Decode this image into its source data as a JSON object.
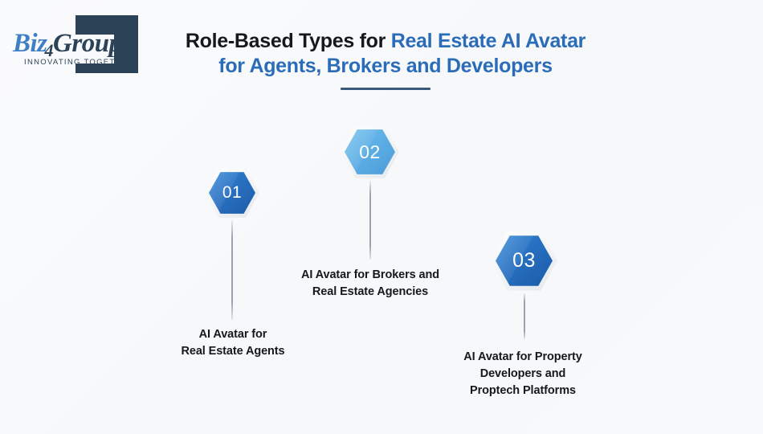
{
  "brand": {
    "logo_name_part1": "Biz",
    "logo_name_sub": "4",
    "logo_name_part2": "Group",
    "tagline": "INNOVATING TOGETHER",
    "logo_blue": "#3f7fc4",
    "logo_navy": "#2c4257"
  },
  "header": {
    "title_line1_dark": "Role-Based Types for ",
    "title_line1_blue": "Real Estate AI Avatar",
    "title_line2_blue": "for Agents, Brokers and Developers",
    "title_dark_color": "#16181c",
    "title_accent_color": "#2b6cb8",
    "divider_color": "#3a5a7d"
  },
  "nodes": [
    {
      "number": "01",
      "label_lines": [
        "AI Avatar for",
        "Real Estate Agents"
      ],
      "hex_color": "#2a72c4"
    },
    {
      "number": "02",
      "label_lines": [
        "AI Avatar for Brokers and",
        "Real Estate Agencies"
      ],
      "hex_color": "#5fb0e6"
    },
    {
      "number": "03",
      "label_lines": [
        "AI Avatar for Property",
        "Developers and",
        "Proptech Platforms"
      ],
      "hex_color": "#2872c3"
    }
  ],
  "canvas": {
    "background_color": "#f7f9fb"
  }
}
